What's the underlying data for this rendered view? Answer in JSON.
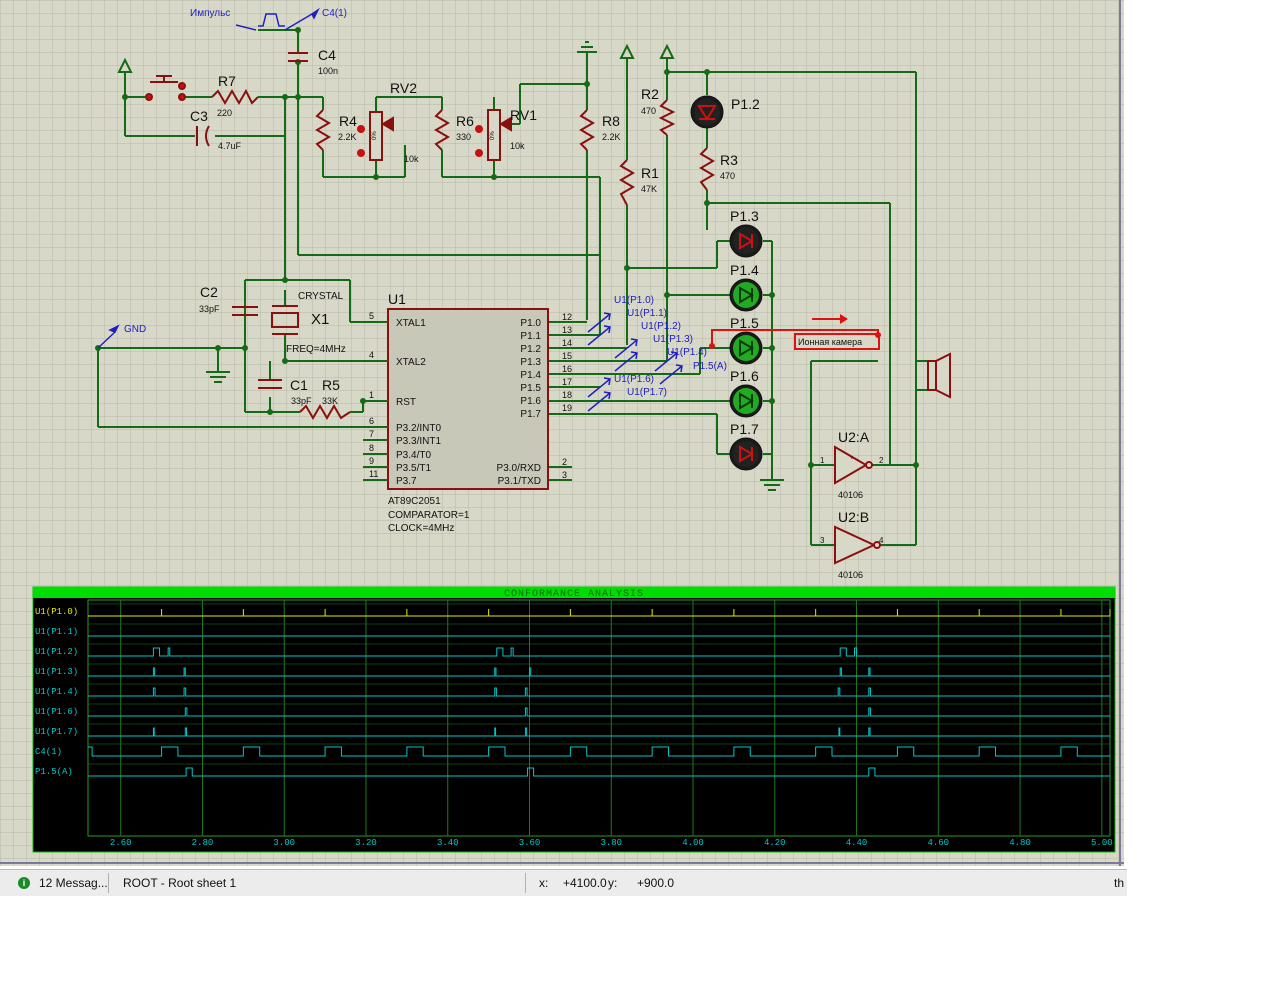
{
  "schematic": {
    "labels": {
      "impulse": "Импульс",
      "c4_probe": "C4(1)",
      "gnd_probe": "GND",
      "c4": "C4",
      "c4_val": "100n",
      "r7": "R7",
      "r7_val": "220",
      "c3": "C3",
      "c3_val": "4.7uF",
      "r4": "R4",
      "r4_val": "2.2K",
      "rv2": "RV2",
      "rv2_val": "10k",
      "r6": "R6",
      "r6_val": "330",
      "rv1": "RV1",
      "rv1_val": "10k",
      "r8": "R8",
      "r8_val": "2.2K",
      "r2": "R2",
      "r2_val": "470",
      "r1": "R1",
      "r1_val": "47K",
      "r3": "R3",
      "r3_val": "470",
      "c2": "C2",
      "c2_val": "33pF",
      "crystal": "CRYSTAL",
      "x1": "X1",
      "freq": "FREQ=4MHz",
      "c1": "C1",
      "c1_val": "33pF",
      "r5": "R5",
      "r5_val": "33K",
      "u1": "U1",
      "u1_type": "AT89C2051",
      "u1_comp": "COMPARATOR=1",
      "u1_clock": "CLOCK=4MHz",
      "ion_chamber": "Ионная камера",
      "u2a": "U2:A",
      "u2b": "U2:B",
      "u2_type": "40106",
      "u2a_in": "1",
      "u2a_out": "2",
      "u2b_in": "3",
      "u2b_out": "4",
      "pot_pct": "0%"
    },
    "u1_left_pins": [
      {
        "num": "5",
        "name": "XTAL1"
      },
      {
        "num": "4",
        "name": "XTAL2"
      },
      {
        "num": "1",
        "name": "RST"
      },
      {
        "num": "6",
        "name": "P3.2/INT0"
      },
      {
        "num": "7",
        "name": "P3.3/INT1"
      },
      {
        "num": "8",
        "name": "P3.4/T0"
      },
      {
        "num": "9",
        "name": "P3.5/T1"
      },
      {
        "num": "11",
        "name": "P3.7"
      }
    ],
    "u1_right_pins": [
      {
        "num": "12",
        "name": "P1.0"
      },
      {
        "num": "13",
        "name": "P1.1"
      },
      {
        "num": "14",
        "name": "P1.2"
      },
      {
        "num": "15",
        "name": "P1.3"
      },
      {
        "num": "16",
        "name": "P1.4"
      },
      {
        "num": "17",
        "name": "P1.5"
      },
      {
        "num": "18",
        "name": "P1.6"
      },
      {
        "num": "19",
        "name": "P1.7"
      }
    ],
    "u1_right_pins2": [
      {
        "num": "2",
        "name": "P3.0/RXD"
      },
      {
        "num": "3",
        "name": "P3.1/TXD"
      }
    ],
    "probes": [
      "U1(P1.0)",
      "U1(P1.1)",
      "U1(P1.2)",
      "U1(P1.3)",
      "U1(P1.4)",
      "P1.5(A)",
      "U1(P1.6)",
      "U1(P1.7)"
    ],
    "leds": [
      {
        "name": "P1.2",
        "color": "#cc1111",
        "lit": false
      },
      {
        "name": "P1.3",
        "color": "#cc1111",
        "lit": false
      },
      {
        "name": "P1.4",
        "color": "#22aa22",
        "lit": true
      },
      {
        "name": "P1.5",
        "color": "#22aa22",
        "lit": true
      },
      {
        "name": "P1.6",
        "color": "#22aa22",
        "lit": true
      },
      {
        "name": "P1.7",
        "color": "#cc1111",
        "lit": false
      }
    ]
  },
  "analysis": {
    "title": "CONFORMANCE ANALYSIS",
    "traces": [
      {
        "label": "U1(P1.0)",
        "selected": true
      },
      {
        "label": "U1(P1.1)",
        "selected": false
      },
      {
        "label": "U1(P1.2)",
        "selected": false
      },
      {
        "label": "U1(P1.3)",
        "selected": false
      },
      {
        "label": "U1(P1.4)",
        "selected": false
      },
      {
        "label": "U1(P1.6)",
        "selected": false
      },
      {
        "label": "U1(P1.7)",
        "selected": false
      },
      {
        "label": "C4(1)",
        "selected": false
      },
      {
        "label": "P1.5(A)",
        "selected": false
      }
    ],
    "x_ticks": [
      "2.60",
      "2.80",
      "3.00",
      "3.20",
      "3.40",
      "3.60",
      "3.80",
      "4.00",
      "4.20",
      "4.40",
      "4.60",
      "4.80",
      "5.00"
    ],
    "xlim": [
      2.52,
      5.02
    ],
    "colors": {
      "trace": "#00c8c8",
      "selected_trace": "#e8e800",
      "grid": "#1f7a1f",
      "title_bar": "#00dd00",
      "bg": "#000000"
    }
  },
  "statusbar": {
    "messages": "12 Messag...",
    "sheet": "ROOT - Root sheet 1",
    "x_label": "x:",
    "x_value": "+4100.0",
    "y_label": "y:",
    "y_value": "+900.0",
    "tail": "th"
  }
}
